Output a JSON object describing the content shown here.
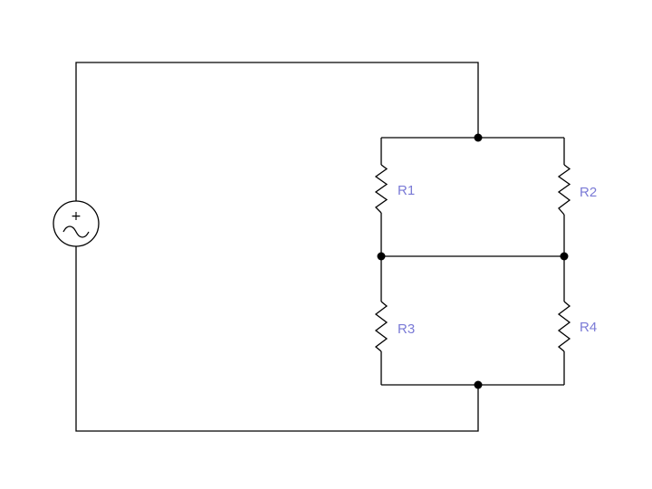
{
  "diagram": {
    "type": "circuit-schematic",
    "colors": {
      "wire": "#000000",
      "label": "#7a7ad6",
      "node": "#000000",
      "background": "#ffffff"
    },
    "source": {
      "kind": "AC voltage source",
      "icon": "ac-source-icon",
      "plus_symbol": "+"
    },
    "resistors": [
      {
        "label": "R1"
      },
      {
        "label": "R2"
      },
      {
        "label": "R3"
      },
      {
        "label": "R4"
      }
    ]
  }
}
